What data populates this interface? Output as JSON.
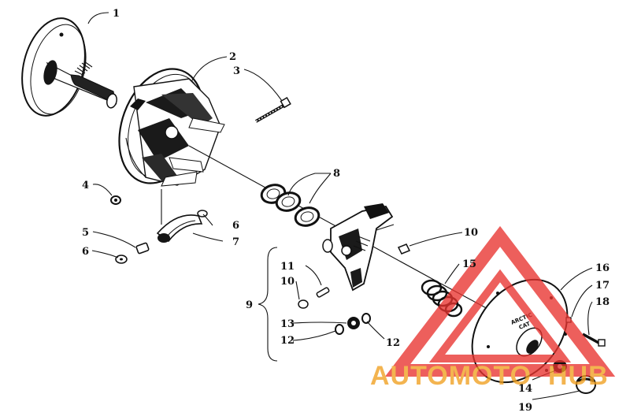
{
  "labels": {
    "l1": "1",
    "l2": "2",
    "l3": "3",
    "l4": "4",
    "l5": "5",
    "l6a": "6",
    "l6b": "6",
    "l7": "7",
    "l8": "8",
    "l9": "9",
    "l10a": "10",
    "l10b": "10",
    "l11": "11",
    "l12a": "12",
    "l12b": "12",
    "l13": "13",
    "l14": "14",
    "l15": "15",
    "l16": "16",
    "l17": "17",
    "l18": "18",
    "l19": "19"
  },
  "cover_text": {
    "line1": "ARCTIC",
    "line2": "CAT"
  },
  "watermark": {
    "part1": "AUTOMOTO",
    "part2": "HUB",
    "color_red": "#e8332f",
    "color_orange": "#f0a020"
  }
}
